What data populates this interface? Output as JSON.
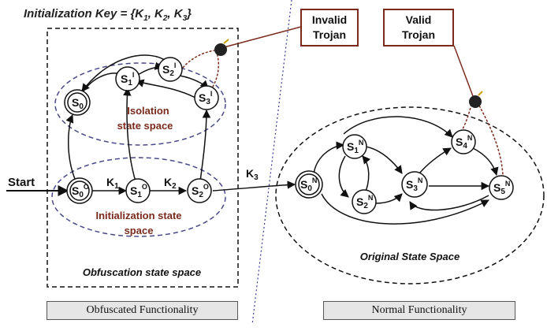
{
  "title": "Initialization Key = {K",
  "title_parts": {
    "k1": "1",
    "k2": "2",
    "k3": "3"
  },
  "start_label": "Start",
  "keys": {
    "k1": "K",
    "k1_sub": "1",
    "k2": "K",
    "k2_sub": "2",
    "k3": "K",
    "k3_sub": "3"
  },
  "states": {
    "s0_iso": {
      "base": "S",
      "sub": "0",
      "sup": ""
    },
    "s1_iso": {
      "base": "S",
      "sub": "1",
      "sup": "I"
    },
    "s2_iso": {
      "base": "S",
      "sub": "2",
      "sup": "I"
    },
    "s3_iso": {
      "base": "S",
      "sub": "3",
      "sup": "I"
    },
    "s0_init": {
      "base": "S",
      "sub": "0",
      "sup": "O"
    },
    "s1_init": {
      "base": "S",
      "sub": "1",
      "sup": "O"
    },
    "s2_init": {
      "base": "S",
      "sub": "2",
      "sup": "O"
    },
    "s0_norm": {
      "base": "S",
      "sub": "0",
      "sup": "N"
    },
    "s1_norm": {
      "base": "S",
      "sub": "1",
      "sup": "N"
    },
    "s2_norm": {
      "base": "S",
      "sub": "2",
      "sup": "N"
    },
    "s3_norm": {
      "base": "S",
      "sub": "3",
      "sup": "N"
    },
    "s4_norm": {
      "base": "S",
      "sub": "4",
      "sup": "N"
    },
    "s5_norm": {
      "base": "S",
      "sub": "5",
      "sup": "N"
    }
  },
  "regions": {
    "isolation_line1": "Isolation",
    "isolation_line2": "state space",
    "initialization_line1": "Initialization state",
    "initialization_line2": "space",
    "obfuscation": "Obfuscation state space",
    "original": "Original State Space"
  },
  "trojans": {
    "invalid_line1": "Invalid",
    "invalid_line2": "Trojan",
    "valid_line1": "Valid",
    "valid_line2": "Trojan"
  },
  "footer": {
    "left": "Obfuscated Functionality",
    "right": "Normal Functionality"
  },
  "colors": {
    "dashed_region": "#4a4a8a",
    "region_text": "#7a2a1c",
    "trojan_line": "#7a2a1c",
    "divider": "#3a3a9a"
  }
}
